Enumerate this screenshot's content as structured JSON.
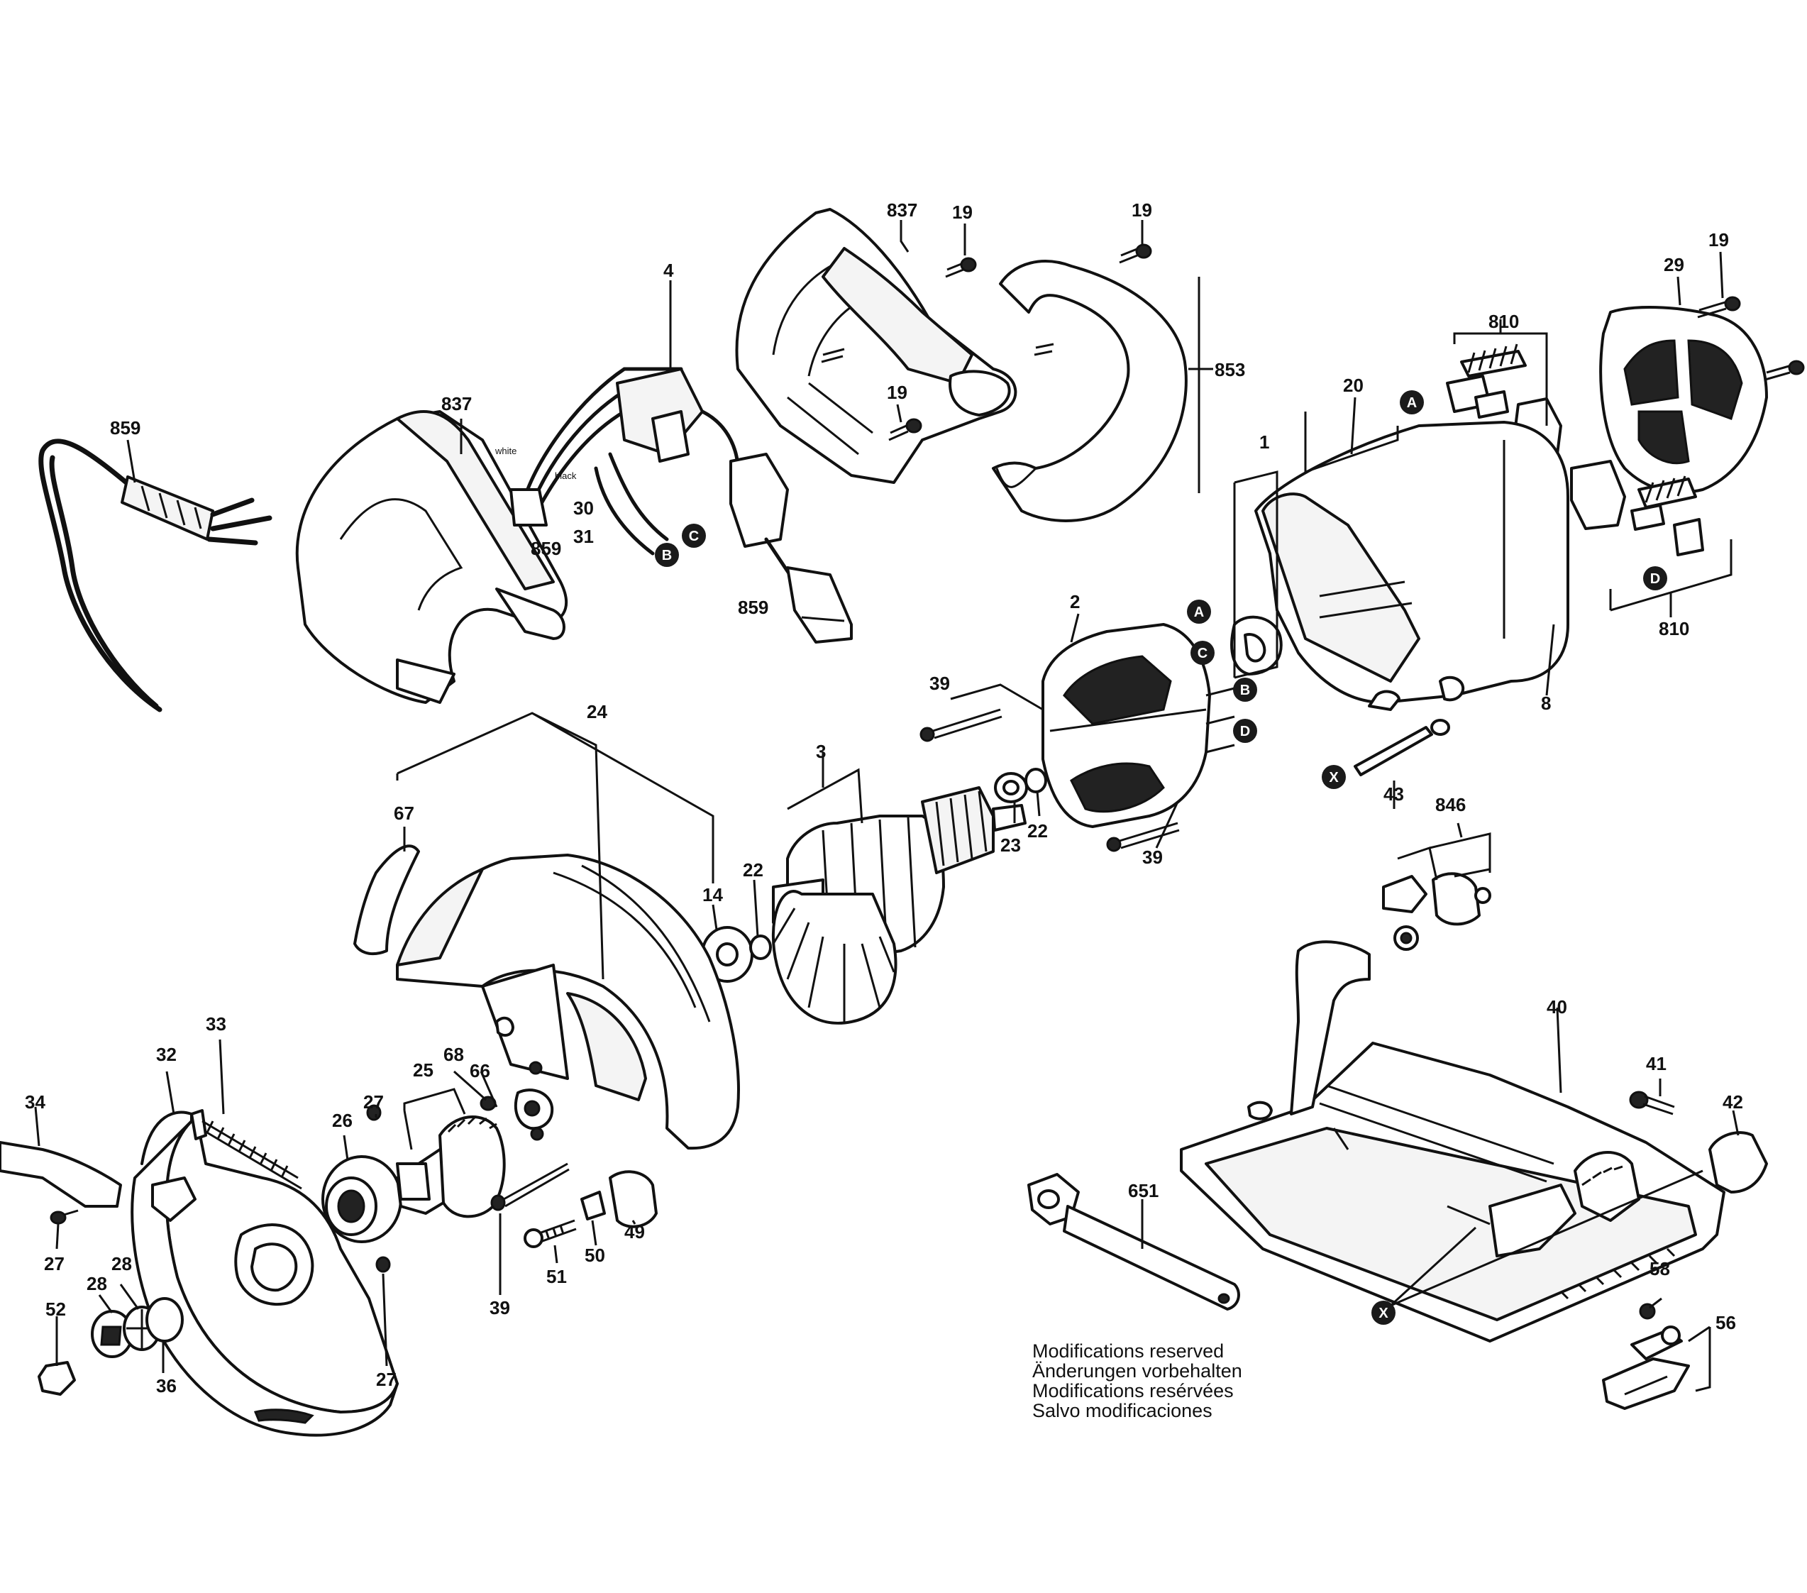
{
  "labels": {
    "l859_cord": "859",
    "l837_left": "837",
    "l4": "4",
    "l_white": "white",
    "l_black": "black",
    "l859_term": "859",
    "l30": "30",
    "l31": "31",
    "l859_plug": "859",
    "l837_top": "837",
    "l19_a": "19",
    "l19_b": "19",
    "l19_c": "19",
    "l19_d": "19",
    "l853": "853",
    "l810_top": "810",
    "l29": "29",
    "l20": "20",
    "l1": "1",
    "l2": "2",
    "l810_bot": "810",
    "l8": "8",
    "l39_a": "39",
    "l3": "3",
    "l23": "23",
    "l22_a": "22",
    "l39_b": "39",
    "l43": "43",
    "l846": "846",
    "l24": "24",
    "l67": "67",
    "l14": "14",
    "l22_b": "22",
    "l40": "40",
    "l33": "33",
    "l32": "32",
    "l34": "34",
    "l27_a": "27",
    "l26": "26",
    "l25": "25",
    "l68": "68",
    "l66": "66",
    "l41": "41",
    "l42": "42",
    "l27_b": "27",
    "l28_a": "28",
    "l28_b": "28",
    "l52": "52",
    "l36": "36",
    "l27_c": "27",
    "l39_c": "39",
    "l51": "51",
    "l50": "50",
    "l49": "49",
    "l651": "651",
    "l58": "58",
    "l56": "56"
  },
  "markers": {
    "A": "A",
    "B": "B",
    "C": "C",
    "D": "D",
    "X": "X"
  },
  "note": {
    "line1": "Modifications reserved",
    "line2": "Änderungen vorbehalten",
    "line3": "Modifications resérvées",
    "line4": "Salvo modificaciones"
  }
}
